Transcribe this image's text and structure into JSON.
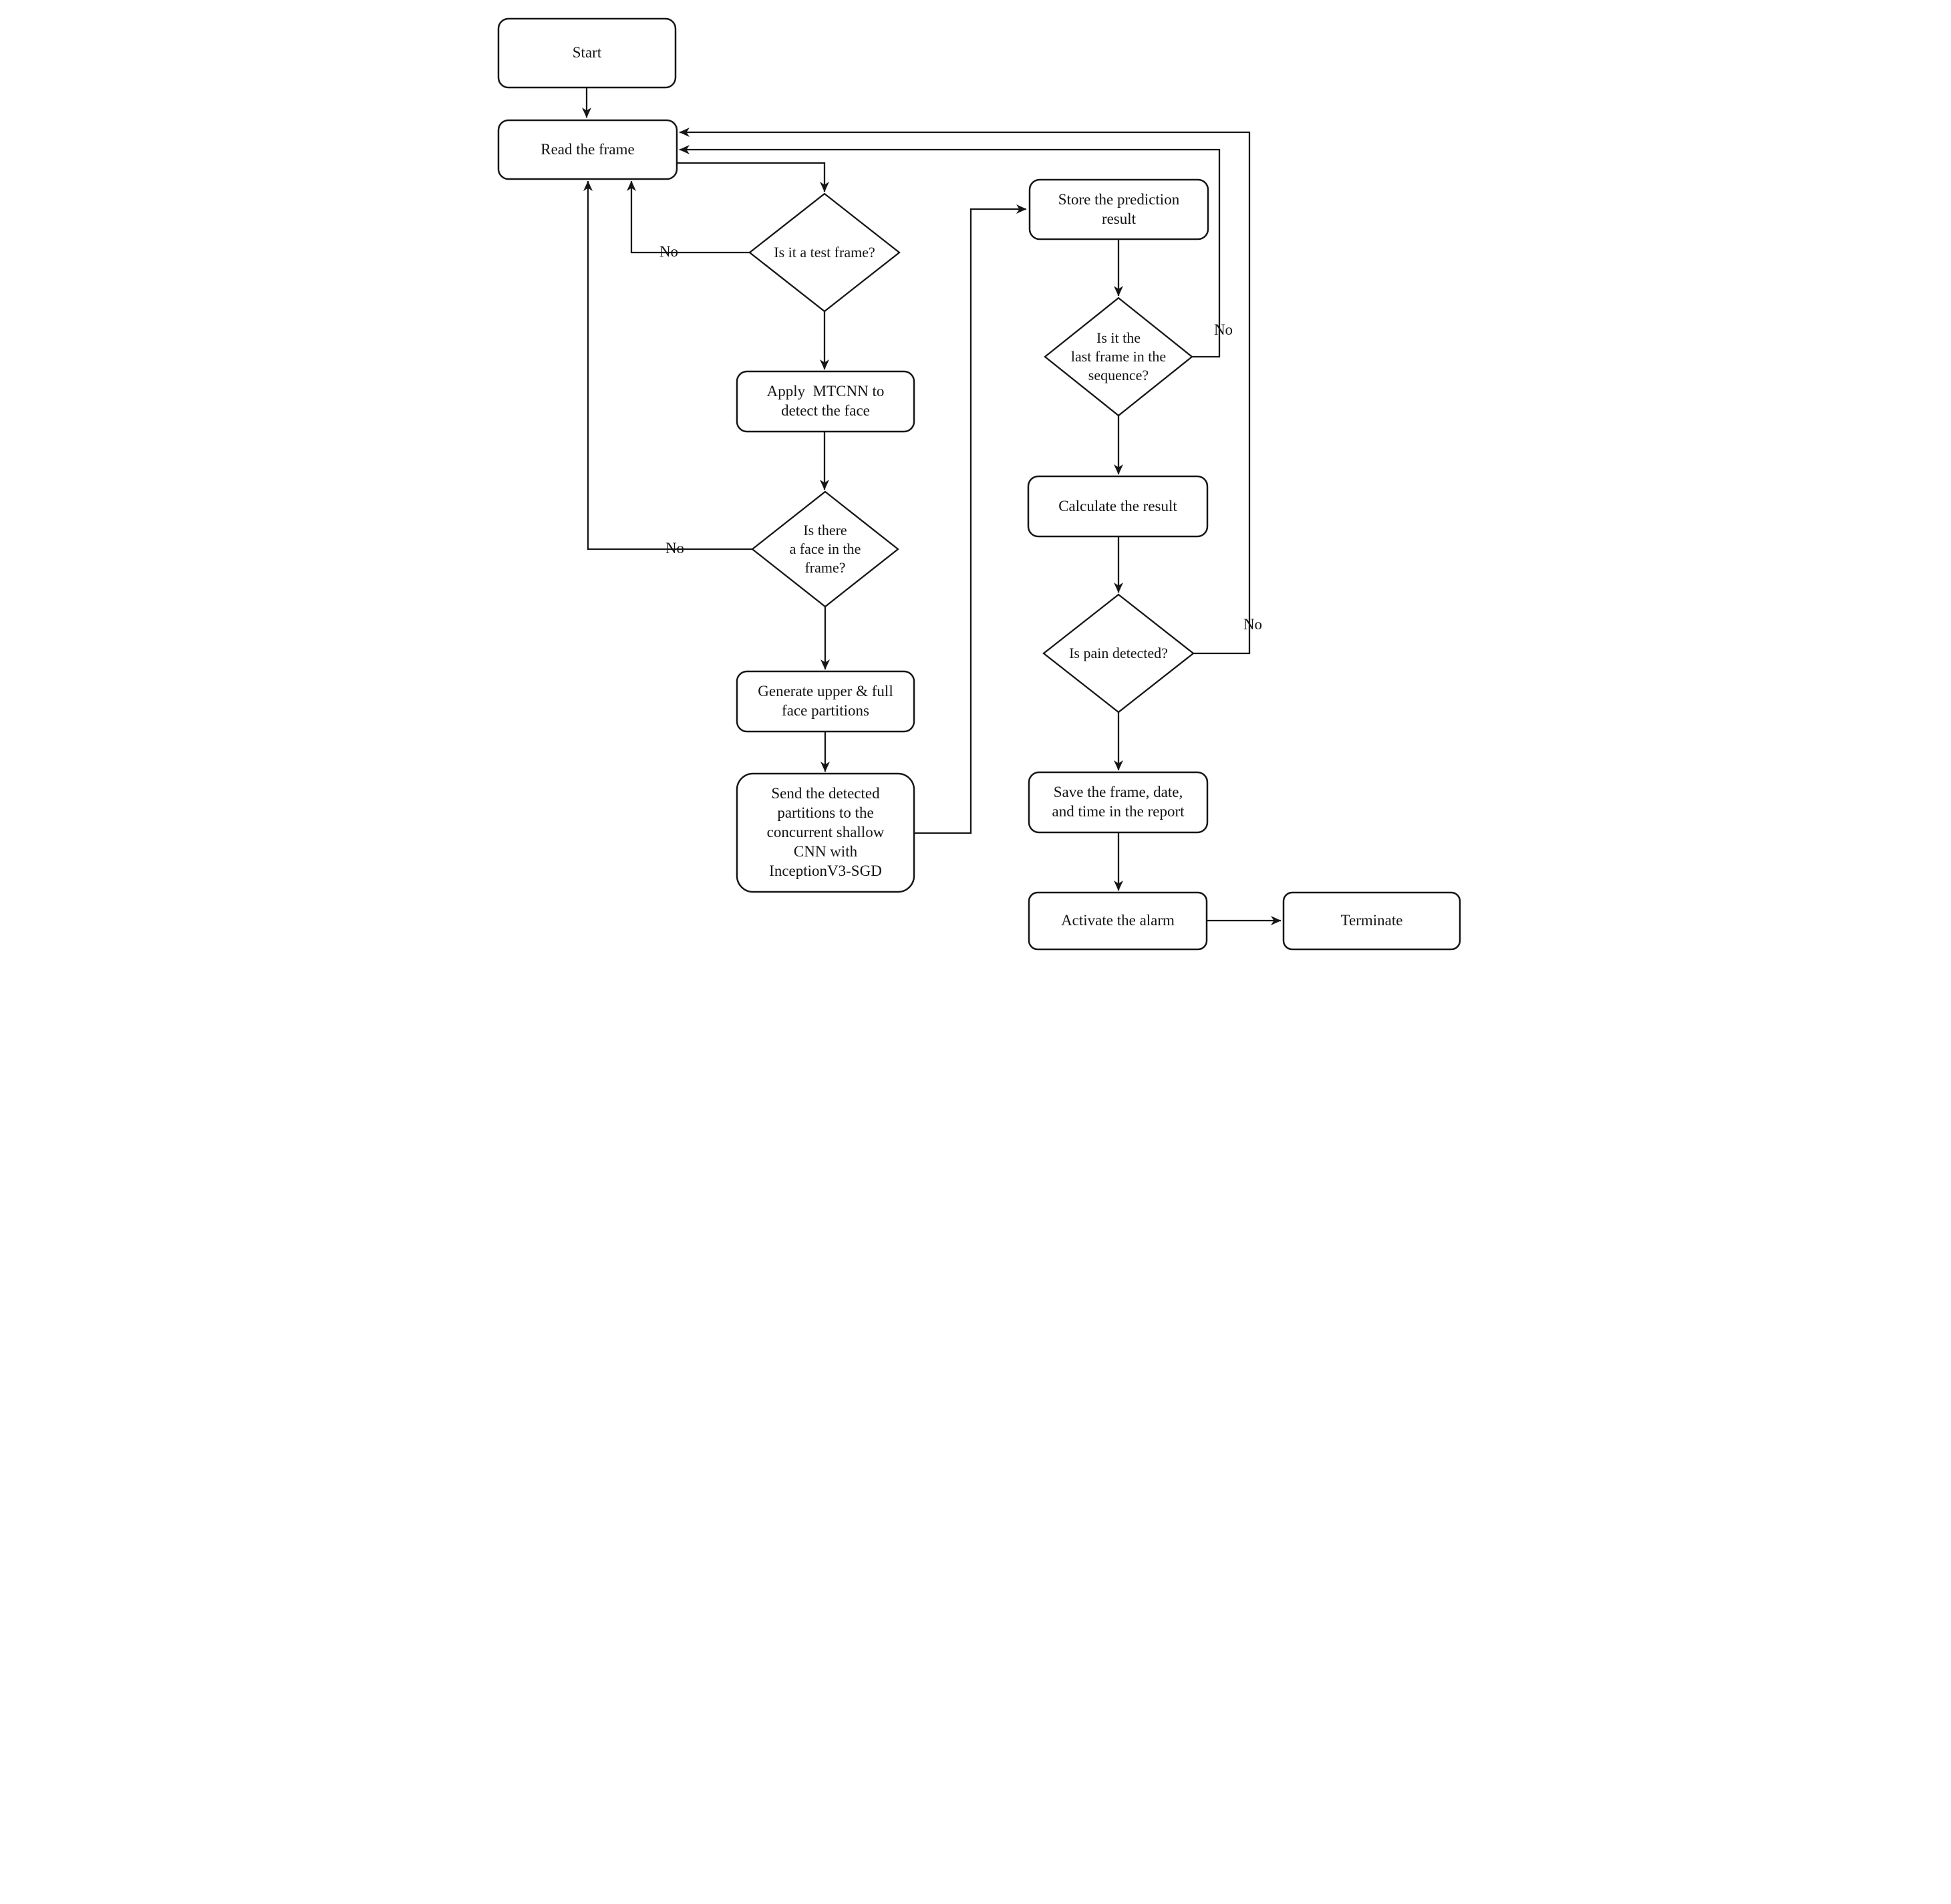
{
  "canvas": {
    "background_color": "#ffffff",
    "line_color": "#161616",
    "shape_fill": "#ffffff"
  },
  "nodes": {
    "start": {
      "type": "process",
      "lines": [
        "Start"
      ]
    },
    "read_frame": {
      "type": "process",
      "lines": [
        "Read the frame"
      ]
    },
    "is_test_frame": {
      "type": "decision",
      "lines": [
        "Is it a test frame?"
      ]
    },
    "apply_mtcnn": {
      "type": "process",
      "lines": [
        "Apply  MTCNN to",
        "detect the face"
      ]
    },
    "is_face_in_frame": {
      "type": "decision",
      "lines": [
        "Is there",
        "a face in the",
        "frame?"
      ]
    },
    "generate_partitions": {
      "type": "process",
      "lines": [
        "Generate upper & full",
        "face partitions"
      ]
    },
    "send_partitions": {
      "type": "process",
      "lines": [
        "Send the detected",
        "partitions to the",
        "concurrent shallow",
        "CNN with",
        "InceptionV3-SGD"
      ]
    },
    "store_result": {
      "type": "process",
      "lines": [
        "Store the prediction",
        "result"
      ]
    },
    "is_last_frame": {
      "type": "decision",
      "lines": [
        "Is it the",
        "last frame in the",
        "sequence?"
      ]
    },
    "calculate_result": {
      "type": "process",
      "lines": [
        "Calculate the result"
      ]
    },
    "is_pain_detected": {
      "type": "decision",
      "lines": [
        "Is pain detected?"
      ]
    },
    "save_report": {
      "type": "process",
      "lines": [
        "Save the frame, date,",
        "and time in the report"
      ]
    },
    "activate_alarm": {
      "type": "process",
      "lines": [
        "Activate the alarm"
      ]
    },
    "terminate": {
      "type": "process",
      "lines": [
        "Terminate"
      ]
    }
  },
  "edges": {
    "start_to_read": {
      "from": "start",
      "to": "read_frame"
    },
    "read_to_test": {
      "from": "read_frame",
      "to": "is_test_frame"
    },
    "test_no_to_read": {
      "from": "is_test_frame",
      "to": "read_frame",
      "label": "No"
    },
    "test_to_mtcnn": {
      "from": "is_test_frame",
      "to": "apply_mtcnn"
    },
    "mtcnn_to_face": {
      "from": "apply_mtcnn",
      "to": "is_face_in_frame"
    },
    "face_no_to_read": {
      "from": "is_face_in_frame",
      "to": "read_frame",
      "label": "No"
    },
    "face_to_generate": {
      "from": "is_face_in_frame",
      "to": "generate_partitions"
    },
    "generate_to_send": {
      "from": "generate_partitions",
      "to": "send_partitions"
    },
    "send_to_store": {
      "from": "send_partitions",
      "to": "store_result"
    },
    "store_to_last": {
      "from": "store_result",
      "to": "is_last_frame"
    },
    "last_no_to_read": {
      "from": "is_last_frame",
      "to": "read_frame",
      "label": "No"
    },
    "last_to_calculate": {
      "from": "is_last_frame",
      "to": "calculate_result"
    },
    "calculate_to_pain": {
      "from": "calculate_result",
      "to": "is_pain_detected"
    },
    "pain_no_to_read": {
      "from": "is_pain_detected",
      "to": "read_frame",
      "label": "No"
    },
    "pain_to_save": {
      "from": "is_pain_detected",
      "to": "save_report"
    },
    "save_to_alarm": {
      "from": "save_report",
      "to": "activate_alarm"
    },
    "alarm_to_terminate": {
      "from": "activate_alarm",
      "to": "terminate"
    }
  }
}
